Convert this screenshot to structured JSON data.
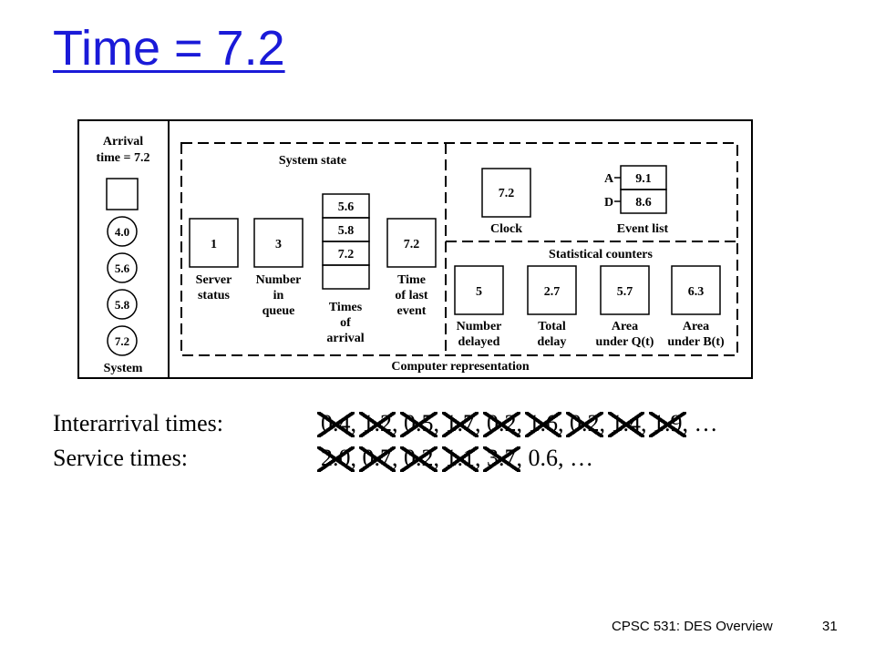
{
  "slide": {
    "title": "Time = 7.2",
    "footer_course": "CPSC 531: DES Overview",
    "page_number": "31"
  },
  "diagram": {
    "arrival_label_line1": "Arrival",
    "arrival_label_line2": "time = 7.2",
    "system_customers": [
      "4.0",
      "5.6",
      "5.8",
      "7.2"
    ],
    "system_label": "System",
    "system_state_label": "System state",
    "server_status_value": "1",
    "server_status_label": [
      "Server",
      "status"
    ],
    "number_in_queue_value": "3",
    "number_in_queue_label": [
      "Number",
      "in",
      "queue"
    ],
    "times_of_arrival_values": [
      "5.6",
      "5.8",
      "7.2",
      ""
    ],
    "times_of_arrival_label": [
      "Times",
      "of",
      "arrival"
    ],
    "time_of_last_event_value": "7.2",
    "time_of_last_event_label": [
      "Time",
      "of last",
      "event"
    ],
    "clock_value": "7.2",
    "clock_label": "Clock",
    "event_list": [
      {
        "type": "A",
        "value": "9.1"
      },
      {
        "type": "D",
        "value": "8.6"
      }
    ],
    "event_list_label": "Event list",
    "statistical_counters_label": "Statistical counters",
    "counters": [
      {
        "value": "5",
        "label": [
          "Number",
          "delayed"
        ]
      },
      {
        "value": "2.7",
        "label": [
          "Total",
          "delay"
        ]
      },
      {
        "value": "5.7",
        "label": [
          "Area",
          "under Q(t)"
        ]
      },
      {
        "value": "6.3",
        "label": [
          "Area",
          "under B(t)"
        ]
      }
    ],
    "computer_representation_label": "Computer representation"
  },
  "sequences": {
    "interarrival_label": "Interarrival times:",
    "interarrival_values": [
      {
        "v": "0.4",
        "crossed": true
      },
      {
        "v": "1.2",
        "crossed": true
      },
      {
        "v": "0.5",
        "crossed": true
      },
      {
        "v": "1.7",
        "crossed": true
      },
      {
        "v": "0.2",
        "crossed": true
      },
      {
        "v": "1.6",
        "crossed": true
      },
      {
        "v": "0.2",
        "crossed": true
      },
      {
        "v": "1.4",
        "crossed": true
      },
      {
        "v": "1.9",
        "crossed": true
      }
    ],
    "interarrival_trailer": "…",
    "service_label": "Service times:",
    "service_values": [
      {
        "v": "2.0",
        "crossed": true
      },
      {
        "v": "0.7",
        "crossed": true
      },
      {
        "v": "0.2",
        "crossed": true
      },
      {
        "v": "1.1",
        "crossed": true
      },
      {
        "v": "3.7",
        "crossed": true
      },
      {
        "v": "0.6",
        "crossed": false
      }
    ],
    "service_trailer": "…"
  }
}
